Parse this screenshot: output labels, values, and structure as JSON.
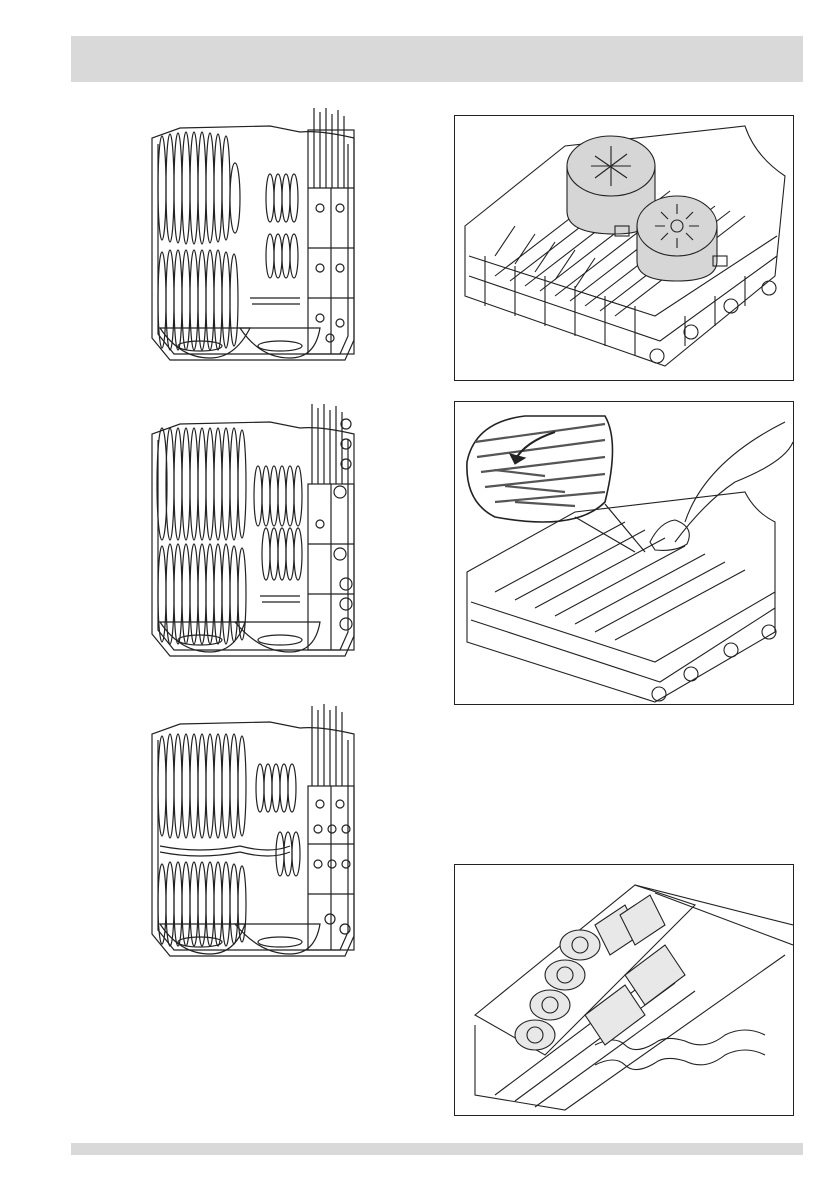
{
  "page": {
    "header_text": "",
    "footer_text": ""
  },
  "figures": [
    {
      "id": "rack-layout-1",
      "icon": "lower-rack-loading-layout-icon"
    },
    {
      "id": "rack-layout-2",
      "icon": "lower-rack-loading-layout-icon"
    },
    {
      "id": "rack-layout-3",
      "icon": "lower-rack-loading-layout-icon"
    },
    {
      "id": "pots-in-rack",
      "icon": "rack-with-pots-icon"
    },
    {
      "id": "fold-tines",
      "icon": "fold-down-tines-icon"
    },
    {
      "id": "cup-shelf",
      "icon": "cup-shelf-icon"
    }
  ],
  "colors": {
    "header_bar": "#d9d9d9",
    "line": "#222222",
    "pot_fill": "#d6d6d6"
  }
}
